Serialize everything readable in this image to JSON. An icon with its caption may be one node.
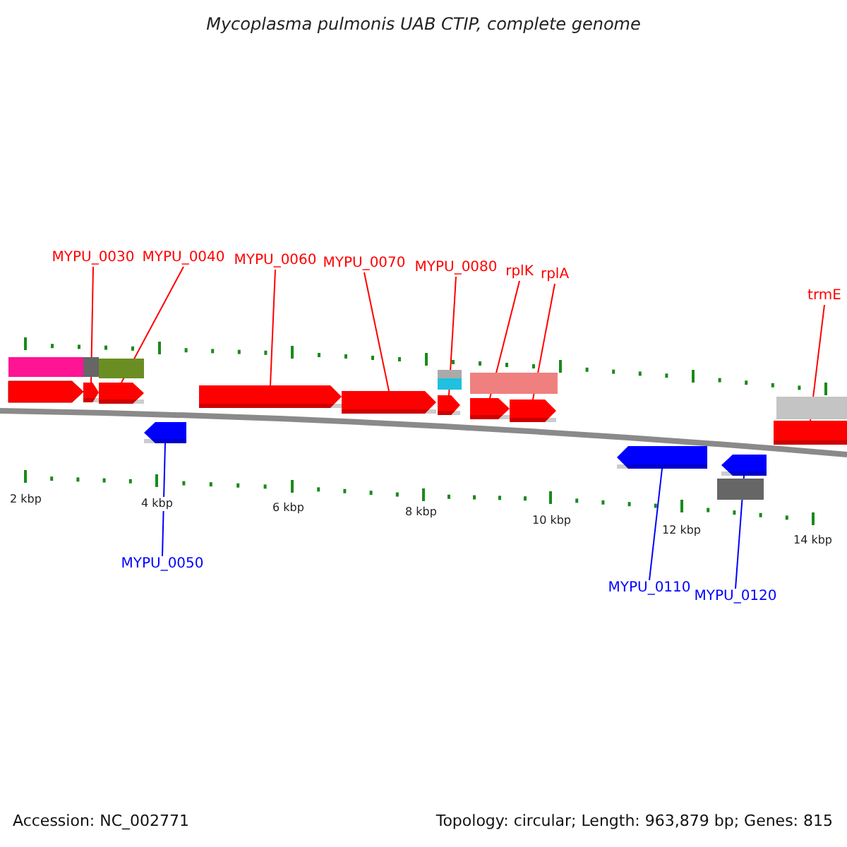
{
  "diagram": {
    "title": "Mycoplasma pulmonis UAB CTIP, complete genome",
    "nodes": [
      {
        "text": [
          "MYPU_0030"
        ]
      },
      {
        "text": [
          "MYPU_0040"
        ]
      },
      {
        "text": [
          "MYPU_0060"
        ]
      },
      {
        "text": [
          "MYPU_0070"
        ]
      },
      {
        "text": [
          "MYPU_0080"
        ]
      },
      {
        "text": [
          "rplK"
        ]
      },
      {
        "text": [
          "rplA"
        ]
      },
      {
        "text": [
          "trmE"
        ]
      },
      {
        "text": [
          "MYPU_0050"
        ]
      },
      {
        "text": [
          "MYPU_0110"
        ]
      },
      {
        "text": [
          "MYPU_0120"
        ]
      },
      {
        "text": [],
        "shape": "arrow"
      },
      {
        "text": [],
        "shape": "arrow"
      },
      {
        "text": [],
        "shape": "arrow"
      },
      {
        "text": [],
        "shape": "arrow"
      },
      {
        "text": [],
        "shape": "arrow"
      },
      {
        "text": [],
        "shape": "arrow"
      },
      {
        "text": [],
        "shape": "arrow"
      },
      {
        "text": [],
        "shape": "bar"
      },
      {
        "text": [],
        "shape": "arrow"
      },
      {
        "text": [],
        "shape": "arrow"
      },
      {
        "text": [],
        "shape": "arrow"
      }
    ],
    "edges": [
      {
        "from": 0,
        "to": 11,
        "arrow": "none"
      },
      {
        "from": 1,
        "to": 12,
        "arrow": "none"
      },
      {
        "from": 2,
        "to": 13,
        "arrow": "none"
      },
      {
        "from": 3,
        "to": 14,
        "arrow": "none"
      },
      {
        "from": 4,
        "to": 15,
        "arrow": "none"
      },
      {
        "from": 5,
        "to": 16,
        "arrow": "none"
      },
      {
        "from": 6,
        "to": 17,
        "arrow": "none"
      },
      {
        "from": 7,
        "to": 18,
        "arrow": "none"
      },
      {
        "from": 8,
        "to": 19,
        "arrow": "none",
        "color": "#0000ff"
      },
      {
        "from": 9,
        "to": 20,
        "arrow": "none",
        "color": "#0000ff"
      },
      {
        "from": 10,
        "to": 21,
        "arrow": "none",
        "color": "#0000ff"
      }
    ],
    "labels": [
      "2 kbp",
      "4 kbp",
      "6 kbp",
      "8 kbp",
      "10 kbp",
      "12 kbp",
      "14 kbp",
      "Accession: NC_002771",
      "Topology: circular; Length: 963,879 bp; Genes: 815"
    ]
  }
}
